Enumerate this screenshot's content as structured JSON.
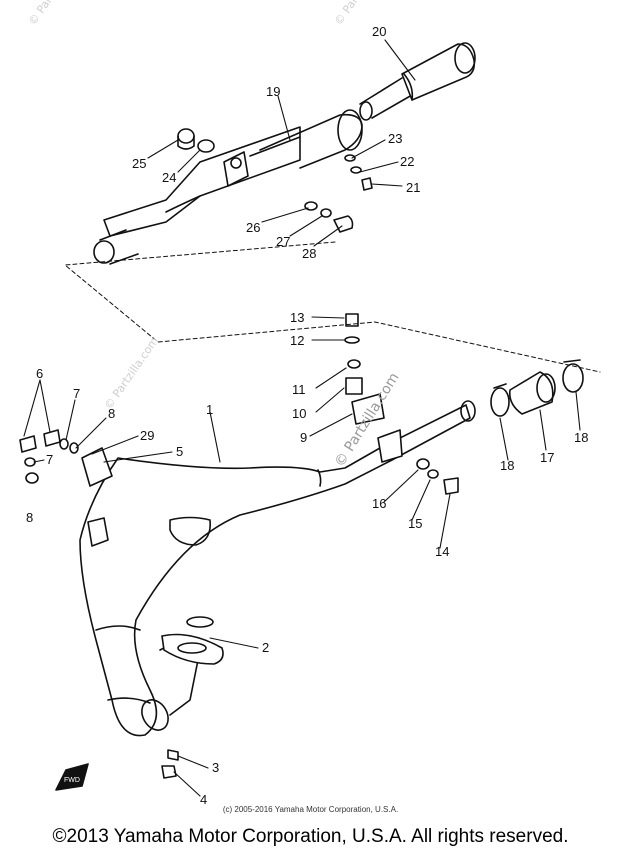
{
  "watermarks": [
    "© Partzilla.com",
    "© Partzilla.com",
    "© Partzilla.com",
    "© Partzilla.com"
  ],
  "callouts": [
    {
      "n": "1"
    },
    {
      "n": "2"
    },
    {
      "n": "3"
    },
    {
      "n": "4"
    },
    {
      "n": "5"
    },
    {
      "n": "6"
    },
    {
      "n": "7"
    },
    {
      "n": "7"
    },
    {
      "n": "8"
    },
    {
      "n": "8"
    },
    {
      "n": "9"
    },
    {
      "n": "10"
    },
    {
      "n": "11"
    },
    {
      "n": "12"
    },
    {
      "n": "13"
    },
    {
      "n": "14"
    },
    {
      "n": "15"
    },
    {
      "n": "16"
    },
    {
      "n": "17"
    },
    {
      "n": "18"
    },
    {
      "n": "18"
    },
    {
      "n": "19"
    },
    {
      "n": "20"
    },
    {
      "n": "21"
    },
    {
      "n": "22"
    },
    {
      "n": "23"
    },
    {
      "n": "24"
    },
    {
      "n": "25"
    },
    {
      "n": "26"
    },
    {
      "n": "27"
    },
    {
      "n": "28"
    },
    {
      "n": "29"
    }
  ],
  "fwd_label": "FWD",
  "footer": {
    "small": "(c) 2005-2016 Yamaha Motor Corporation, U.S.A.",
    "main": "©2013 Yamaha Motor Corporation, U.S.A. All rights reserved."
  }
}
